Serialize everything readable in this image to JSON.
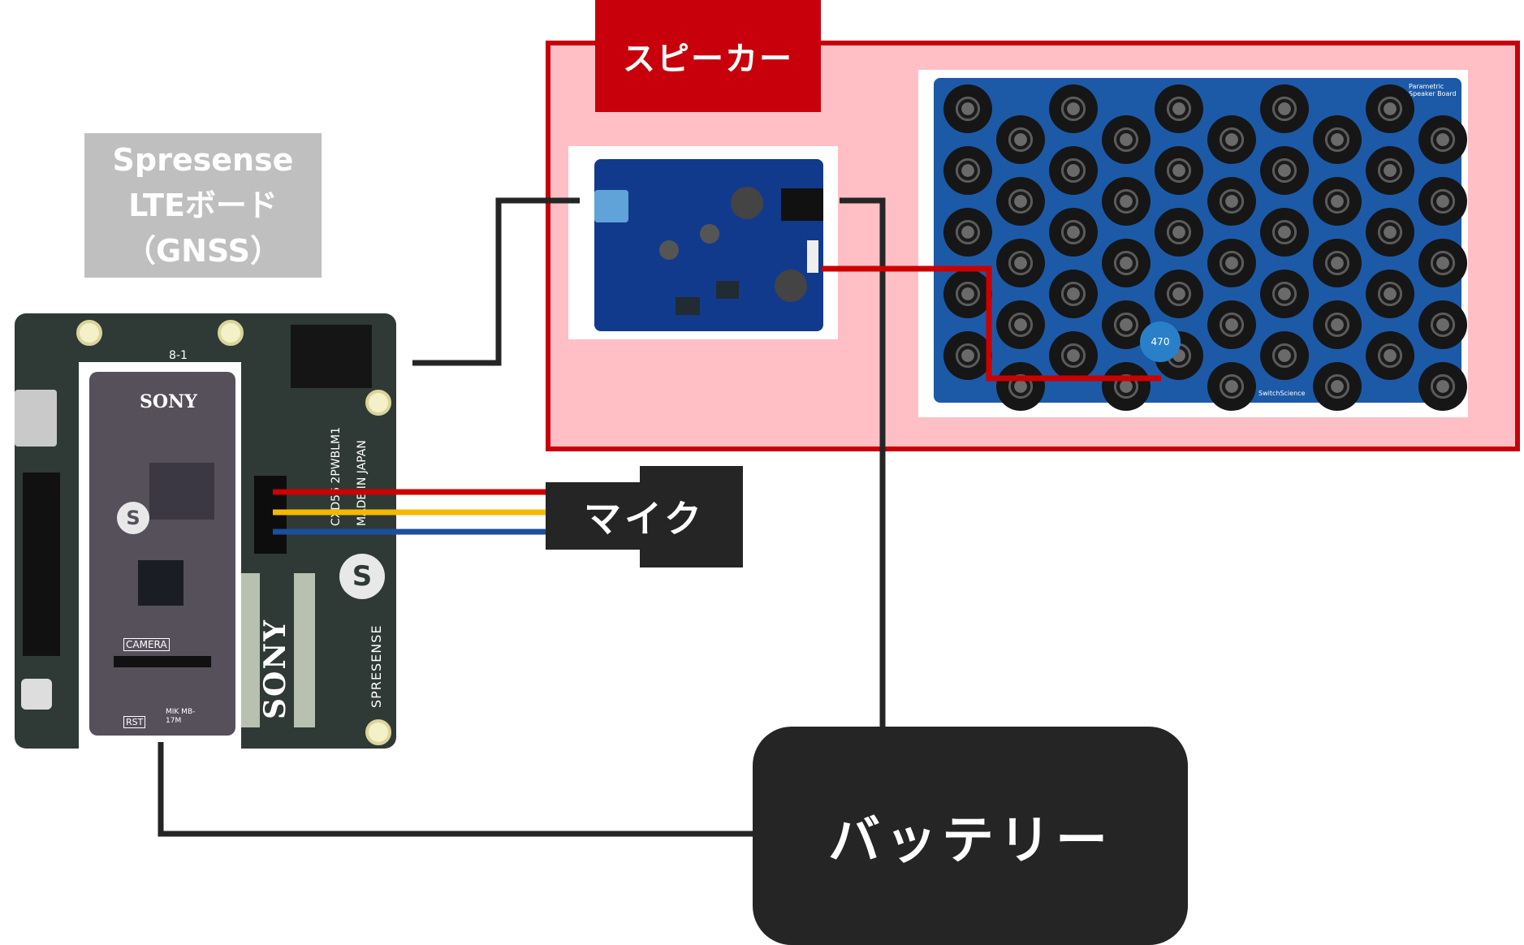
{
  "labels": {
    "speaker": "スピーカー",
    "lte_board_line1": "Spresense",
    "lte_board_line2": "LTEボード",
    "lte_board_line3": "（GNSS）",
    "mic": "マイク",
    "battery": "バッテリー"
  },
  "board_text": {
    "brand": "SONY",
    "brand_vertical": "SONY",
    "spresense_vertical": "SPRESENSE",
    "made_in": "MADE IN JAPAN",
    "model": "CXD56 2PWBLM1",
    "camera": "CAMERA",
    "rst": "RST",
    "mic_marking": "MIK MB-17M",
    "board_rev": "8-1"
  },
  "speaker_text": {
    "array_title": "Parametric Speaker Board",
    "maker": "SwitchScience",
    "cap_value": "470"
  },
  "colors": {
    "accent_red": "#c8000b",
    "speaker_bg": "#ffbfc4",
    "label_gray": "#bfbfbf",
    "dark_box": "#252525",
    "wire_black": "#252525",
    "wire_red": "#cc0000",
    "wire_yellow": "#f5b800",
    "wire_blue": "#1c4f9c"
  }
}
